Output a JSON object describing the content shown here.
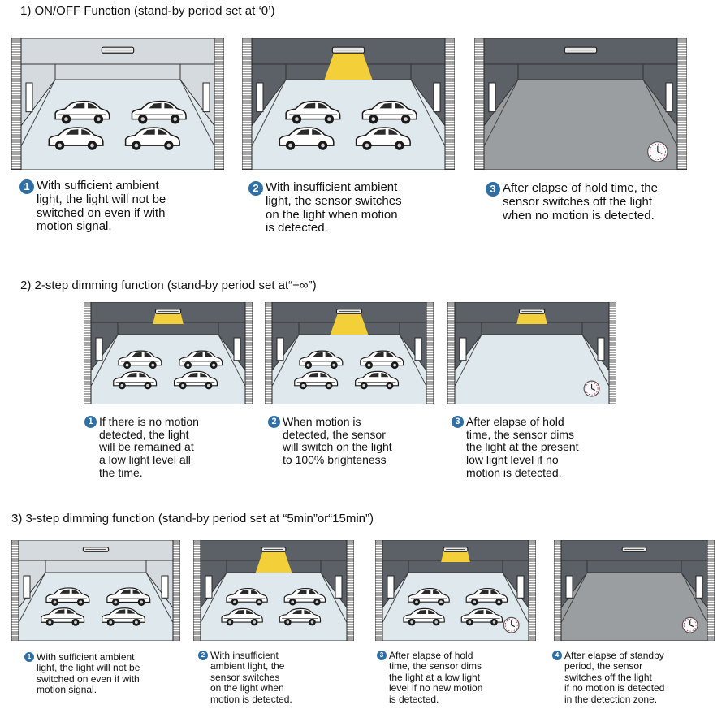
{
  "sections": [
    {
      "heading": "1) ON/OFF Function (stand-by period set at ‘0’)",
      "panels": [
        {
          "state": "light-room",
          "light": "off",
          "cars": true,
          "clock": false,
          "step": "1",
          "lines": [
            "With sufficient ambient",
            "light, the light will not be",
            "switched on even if with",
            "motion signal."
          ]
        },
        {
          "state": "dark-room",
          "light": "full",
          "cars": true,
          "clock": false,
          "step": "2",
          "lines": [
            "With insufficient ambient",
            "light, the sensor switches",
            "on the light when motion",
            "is detected."
          ]
        },
        {
          "state": "dark-empty",
          "light": "off",
          "cars": false,
          "clock": true,
          "step": "3",
          "lines": [
            "After elapse of hold time, the",
            "sensor switches off the light",
            "when no motion is detected."
          ]
        }
      ]
    },
    {
      "heading": "2) 2-step dimming function (stand-by period set at“+∞”)",
      "panels": [
        {
          "state": "dark-room",
          "light": "dim",
          "cars": true,
          "clock": false,
          "step": "1",
          "lines": [
            "If there is no motion",
            "detected, the light",
            "will be remained at",
            "a low light level all",
            "the time."
          ]
        },
        {
          "state": "dark-room",
          "light": "full",
          "cars": true,
          "clock": false,
          "step": "2",
          "lines": [
            "When motion is",
            "detected, the sensor",
            "will switch on the light",
            "to 100% brighteness"
          ]
        },
        {
          "state": "dark-lit-empty",
          "light": "dim",
          "cars": false,
          "clock": true,
          "step": "3",
          "lines": [
            "After elapse of hold",
            "time, the sensor dims",
            "the light at the present",
            "low light level if no",
            "motion is detected."
          ]
        }
      ]
    },
    {
      "heading": "3) 3-step dimming function (stand-by period set at “5min”or“15min”)",
      "panels": [
        {
          "state": "light-room",
          "light": "off",
          "cars": true,
          "clock": false,
          "step": "1",
          "lines": [
            "With sufficient ambient",
            "light, the light will not be",
            "switched on even if with",
            "motion signal."
          ]
        },
        {
          "state": "dark-room",
          "light": "full",
          "cars": true,
          "clock": false,
          "step": "2",
          "lines": [
            "With insufficient",
            "ambient light, the",
            "sensor switches",
            "on the light when",
            "motion is detected."
          ]
        },
        {
          "state": "dark-room",
          "light": "dim",
          "cars": true,
          "clock": true,
          "step": "3",
          "lines": [
            "After elapse of hold",
            "time, the sensor dims",
            "the light at a low light",
            "level if no new motion",
            "is detected."
          ]
        },
        {
          "state": "dark-empty",
          "light": "off",
          "cars": false,
          "clock": true,
          "step": "4",
          "lines": [
            "After elapse of standby",
            "period, the sensor",
            "switches off the light",
            "if no motion is detected",
            "in the detection zone."
          ]
        }
      ]
    }
  ],
  "colors": {
    "ceiling_dark": "#5b6166",
    "ceiling_light": "#d4dade",
    "floor_light": "#dfe8ec",
    "floor_dark_empty": "#9b9ea0",
    "light_beam": "#f3cf3a",
    "badge": "#2f6fa3"
  }
}
